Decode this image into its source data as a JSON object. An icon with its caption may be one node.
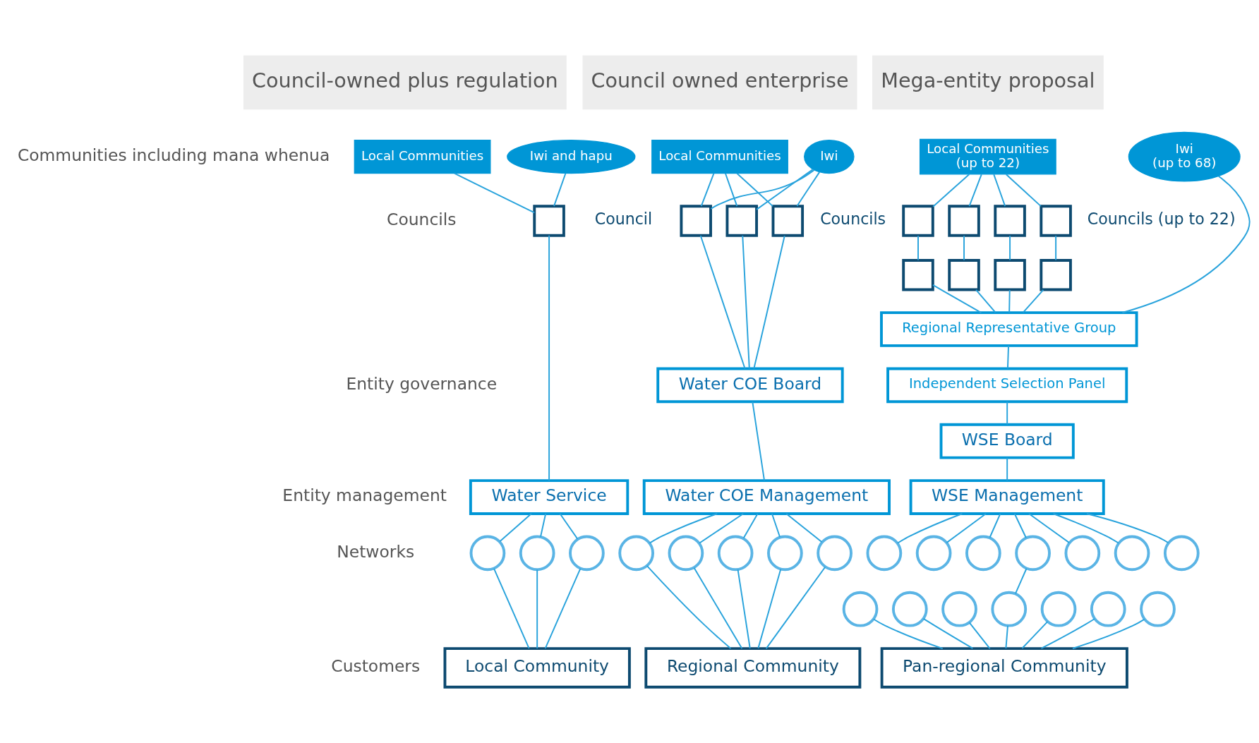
{
  "diagram": {
    "nodes": [
      {
        "text": [
          "Council-owned plus regulation"
        ]
      },
      {
        "text": [
          "Local Communities"
        ]
      },
      {
        "text": [
          "Iwi and hapu"
        ]
      },
      {
        "text": [],
        "shape": "box",
        "beside": [
          "Council"
        ]
      },
      {
        "text": [
          "Water Service"
        ]
      },
      {
        "text": [],
        "shape": "circle"
      },
      {
        "text": [],
        "shape": "circle"
      },
      {
        "text": [],
        "shape": "circle"
      },
      {
        "text": [
          "Local Community"
        ]
      },
      {
        "text": [
          "Council owned enterprise"
        ]
      },
      {
        "text": [
          "Local Communities"
        ]
      },
      {
        "text": [
          "Iwi"
        ]
      },
      {
        "text": [],
        "shape": "box"
      },
      {
        "text": [],
        "shape": "box"
      },
      {
        "text": [],
        "shape": "box",
        "beside": [
          "Councils"
        ]
      },
      {
        "text": [
          "Water COE Board"
        ]
      },
      {
        "text": [
          "Water COE Management"
        ]
      },
      {
        "text": [],
        "shape": "circle"
      },
      {
        "text": [],
        "shape": "circle"
      },
      {
        "text": [],
        "shape": "circle"
      },
      {
        "text": [],
        "shape": "circle"
      },
      {
        "text": [],
        "shape": "circle"
      },
      {
        "text": [
          "Regional Community"
        ]
      },
      {
        "text": [
          "Mega-entity proposal"
        ]
      },
      {
        "text": [
          "Local Communities",
          "(up to 22)"
        ]
      },
      {
        "text": [
          "Iwi",
          "(up to 68)"
        ]
      },
      {
        "text": [],
        "shape": "box"
      },
      {
        "text": [],
        "shape": "box"
      },
      {
        "text": [],
        "shape": "box"
      },
      {
        "text": [],
        "shape": "box",
        "beside": [
          "Councils (up to 22)"
        ]
      },
      {
        "text": [],
        "shape": "box"
      },
      {
        "text": [],
        "shape": "box"
      },
      {
        "text": [],
        "shape": "box"
      },
      {
        "text": [],
        "shape": "box"
      },
      {
        "text": [
          "Regional Representative Group"
        ]
      },
      {
        "text": [
          "Independent Selection Panel"
        ]
      },
      {
        "text": [
          "WSE Board"
        ]
      },
      {
        "text": [
          "WSE Management"
        ]
      },
      {
        "text": [],
        "shape": "circle"
      },
      {
        "text": [],
        "shape": "circle"
      },
      {
        "text": [],
        "shape": "circle"
      },
      {
        "text": [],
        "shape": "circle"
      },
      {
        "text": [],
        "shape": "circle"
      },
      {
        "text": [],
        "shape": "circle"
      },
      {
        "text": [],
        "shape": "circle"
      },
      {
        "text": [],
        "shape": "circle"
      },
      {
        "text": [],
        "shape": "circle"
      },
      {
        "text": [],
        "shape": "circle"
      },
      {
        "text": [],
        "shape": "circle"
      },
      {
        "text": [],
        "shape": "circle"
      },
      {
        "text": [],
        "shape": "circle"
      },
      {
        "text": [],
        "shape": "circle"
      },
      {
        "text": [
          "Pan-regional Community"
        ]
      }
    ],
    "edges": [
      {
        "from": 1,
        "to": 3,
        "arrow": "none"
      },
      {
        "from": 2,
        "to": 3,
        "arrow": "none"
      },
      {
        "from": 3,
        "to": 4,
        "arrow": "none"
      },
      {
        "from": 4,
        "to": 5,
        "arrow": "none"
      },
      {
        "from": 4,
        "to": 6,
        "arrow": "none"
      },
      {
        "from": 4,
        "to": 7,
        "arrow": "none"
      },
      {
        "from": 5,
        "to": 8,
        "arrow": "none"
      },
      {
        "from": 6,
        "to": 8,
        "arrow": "none"
      },
      {
        "from": 7,
        "to": 8,
        "arrow": "none"
      },
      {
        "from": 10,
        "to": 12,
        "arrow": "none"
      },
      {
        "from": 10,
        "to": 13,
        "arrow": "none"
      },
      {
        "from": 10,
        "to": 14,
        "arrow": "none"
      },
      {
        "from": 11,
        "to": 12,
        "arrow": "none"
      },
      {
        "from": 11,
        "to": 13,
        "arrow": "none"
      },
      {
        "from": 11,
        "to": 14,
        "arrow": "none"
      },
      {
        "from": 12,
        "to": 15,
        "arrow": "none"
      },
      {
        "from": 13,
        "to": 15,
        "arrow": "none"
      },
      {
        "from": 14,
        "to": 15,
        "arrow": "none"
      },
      {
        "from": 15,
        "to": 16,
        "arrow": "none"
      },
      {
        "from": 16,
        "to": 17,
        "arrow": "none"
      },
      {
        "from": 16,
        "to": 18,
        "arrow": "none"
      },
      {
        "from": 16,
        "to": 19,
        "arrow": "none"
      },
      {
        "from": 16,
        "to": 20,
        "arrow": "none"
      },
      {
        "from": 16,
        "to": 21,
        "arrow": "none"
      },
      {
        "from": 17,
        "to": 22,
        "arrow": "none"
      },
      {
        "from": 18,
        "to": 22,
        "arrow": "none"
      },
      {
        "from": 19,
        "to": 22,
        "arrow": "none"
      },
      {
        "from": 20,
        "to": 22,
        "arrow": "none"
      },
      {
        "from": 21,
        "to": 22,
        "arrow": "none"
      },
      {
        "from": 24,
        "to": 26,
        "arrow": "none"
      },
      {
        "from": 24,
        "to": 27,
        "arrow": "none"
      },
      {
        "from": 24,
        "to": 28,
        "arrow": "none"
      },
      {
        "from": 24,
        "to": 29,
        "arrow": "none"
      },
      {
        "from": 26,
        "to": 30,
        "arrow": "none"
      },
      {
        "from": 27,
        "to": 31,
        "arrow": "none"
      },
      {
        "from": 28,
        "to": 32,
        "arrow": "none"
      },
      {
        "from": 29,
        "to": 33,
        "arrow": "none"
      },
      {
        "from": 30,
        "to": 34,
        "arrow": "none"
      },
      {
        "from": 31,
        "to": 34,
        "arrow": "none"
      },
      {
        "from": 32,
        "to": 34,
        "arrow": "none"
      },
      {
        "from": 33,
        "to": 34,
        "arrow": "none"
      },
      {
        "from": 25,
        "to": 34,
        "arrow": "none"
      },
      {
        "from": 34,
        "to": 35,
        "arrow": "none"
      },
      {
        "from": 35,
        "to": 36,
        "arrow": "none"
      },
      {
        "from": 36,
        "to": 37,
        "arrow": "none"
      },
      {
        "from": 37,
        "to": 38,
        "arrow": "none"
      },
      {
        "from": 37,
        "to": 39,
        "arrow": "none"
      },
      {
        "from": 37,
        "to": 40,
        "arrow": "none"
      },
      {
        "from": 37,
        "to": 41,
        "arrow": "none"
      },
      {
        "from": 37,
        "to": 42,
        "arrow": "none"
      },
      {
        "from": 37,
        "to": 43,
        "arrow": "none"
      },
      {
        "from": 37,
        "to": 44,
        "arrow": "none"
      },
      {
        "from": 41,
        "to": 48,
        "arrow": "none"
      },
      {
        "from": 45,
        "to": 52,
        "arrow": "none"
      },
      {
        "from": 46,
        "to": 52,
        "arrow": "none"
      },
      {
        "from": 47,
        "to": 52,
        "arrow": "none"
      },
      {
        "from": 48,
        "to": 52,
        "arrow": "none"
      },
      {
        "from": 49,
        "to": 52,
        "arrow": "none"
      },
      {
        "from": 50,
        "to": 52,
        "arrow": "none"
      },
      {
        "from": 51,
        "to": 52,
        "arrow": "none"
      }
    ],
    "labels": [
      "Communities including mana whenua",
      "Councils",
      "Entity governance",
      "Entity management",
      "Networks",
      "Customers"
    ]
  }
}
